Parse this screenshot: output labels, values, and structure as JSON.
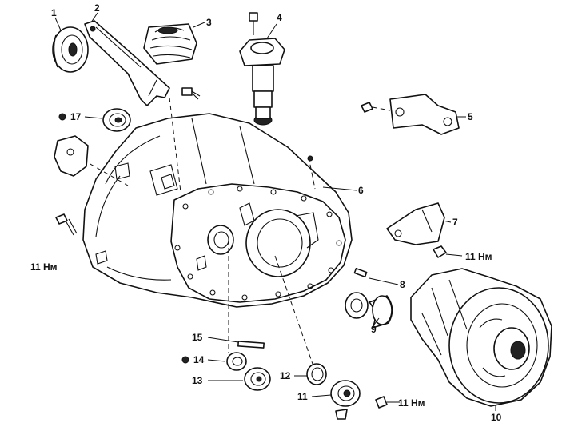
{
  "callouts": {
    "c1": "1",
    "c2": "2",
    "c3": "3",
    "c4": "4",
    "c5": "5",
    "c6": "6",
    "c7": "7",
    "c8": "8",
    "c9": "9",
    "c10": "10",
    "c11": "11",
    "c12": "12",
    "c13": "13",
    "c14": "14",
    "c15": "15",
    "c17": "17"
  },
  "torque": {
    "left": "11 Нм",
    "right": "11 Нм",
    "bottom": "11 Нм"
  }
}
